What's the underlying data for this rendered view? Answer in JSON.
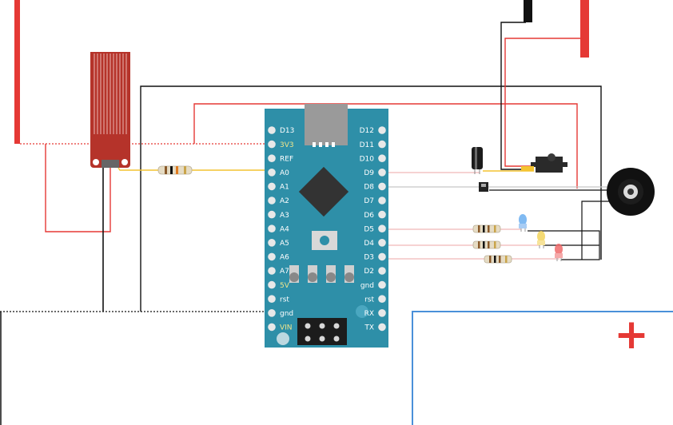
{
  "board": {
    "colors": {
      "pcb": "#2e8fa8",
      "chip": "#333333",
      "usb": "#9a9a9a",
      "pin": "#e8e8e8",
      "reset": "#cccccc"
    },
    "left_pins": [
      "D13",
      "3V3",
      "REF",
      "A0",
      "A1",
      "A2",
      "A3",
      "A4",
      "A5",
      "A6",
      "A7",
      "5V",
      "rst",
      "gnd",
      "VIN"
    ],
    "right_pins": [
      "D12",
      "D11",
      "D10",
      "D9",
      "D8",
      "D7",
      "D6",
      "D5",
      "D4",
      "D3",
      "D2",
      "gnd",
      "rst",
      "RX",
      "TX"
    ]
  },
  "power_rail": {
    "symbol": "+",
    "color": "#e53935"
  },
  "wire_colors": {
    "red": "#e53935",
    "black": "#111111",
    "yellow": "#f4c430",
    "blue": "#4a90d9",
    "pink": "#f1b6b6",
    "grey": "#c8c8c8"
  },
  "components": [
    {
      "name": "water-level-sensor",
      "color": "#b5332a"
    },
    {
      "name": "resistor-a0",
      "color": "#e6dcc4"
    },
    {
      "name": "electrolytic-capacitor",
      "color": "#1c1c1c"
    },
    {
      "name": "servo-motor",
      "color": "#2a2a2a"
    },
    {
      "name": "buzzer",
      "color": "#111111"
    },
    {
      "name": "led-blue",
      "color": "#6aaef0"
    },
    {
      "name": "led-yellow",
      "color": "#f2d45c"
    },
    {
      "name": "led-red",
      "color": "#ef6a6a"
    }
  ]
}
